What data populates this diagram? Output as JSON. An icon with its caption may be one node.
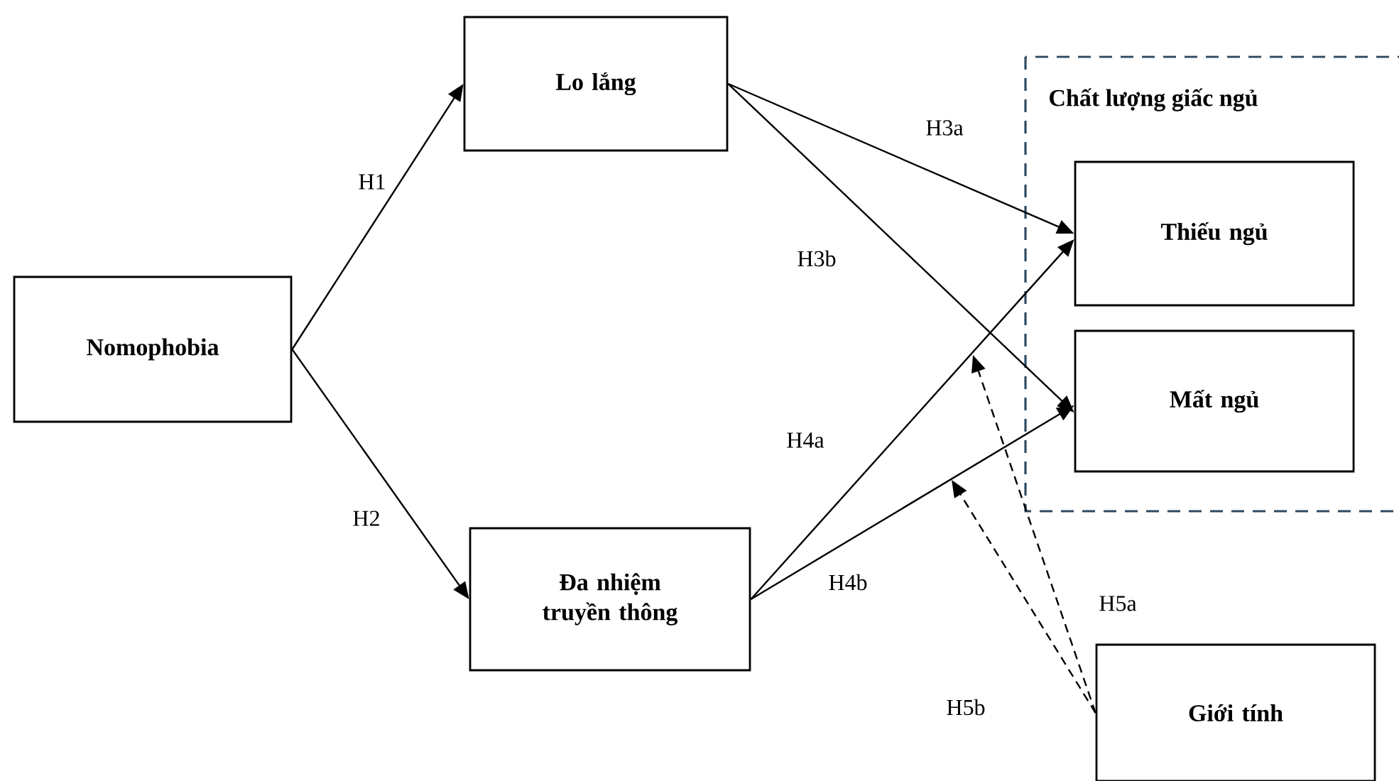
{
  "diagram": {
    "nodes": [
      {
        "text": [
          "Nomophobia"
        ]
      },
      {
        "text": [
          "Lo lắng"
        ]
      },
      {
        "text": [
          "Đa nhiệm truyền thông"
        ]
      },
      {
        "text": [
          "Chất lượng giấc ngủ"
        ]
      },
      {
        "text": [
          "Thiếu ngủ"
        ],
        "in": 3
      },
      {
        "text": [
          "Mất ngủ"
        ],
        "in": 3
      },
      {
        "text": [
          "Giới tính"
        ]
      }
    ],
    "edges": [
      {
        "from": 0,
        "to": 1,
        "arrow": "to",
        "label": "H1"
      },
      {
        "from": 0,
        "to": 2,
        "arrow": "to",
        "label": "H2"
      },
      {
        "from": 1,
        "to": 4,
        "arrow": "to",
        "label": "H3a"
      },
      {
        "from": 1,
        "to": 5,
        "arrow": "to",
        "label": "H3b"
      },
      {
        "from": 2,
        "to": 4,
        "arrow": "to",
        "label": "H4a"
      },
      {
        "from": 2,
        "to": 5,
        "arrow": "to",
        "label": "H4b"
      },
      {
        "from": 6,
        "to": null,
        "arrow": "to",
        "label": "H5a",
        "style": "dashed"
      },
      {
        "from": 6,
        "to": null,
        "arrow": "to",
        "label": "H5b",
        "style": "dashed"
      }
    ]
  }
}
